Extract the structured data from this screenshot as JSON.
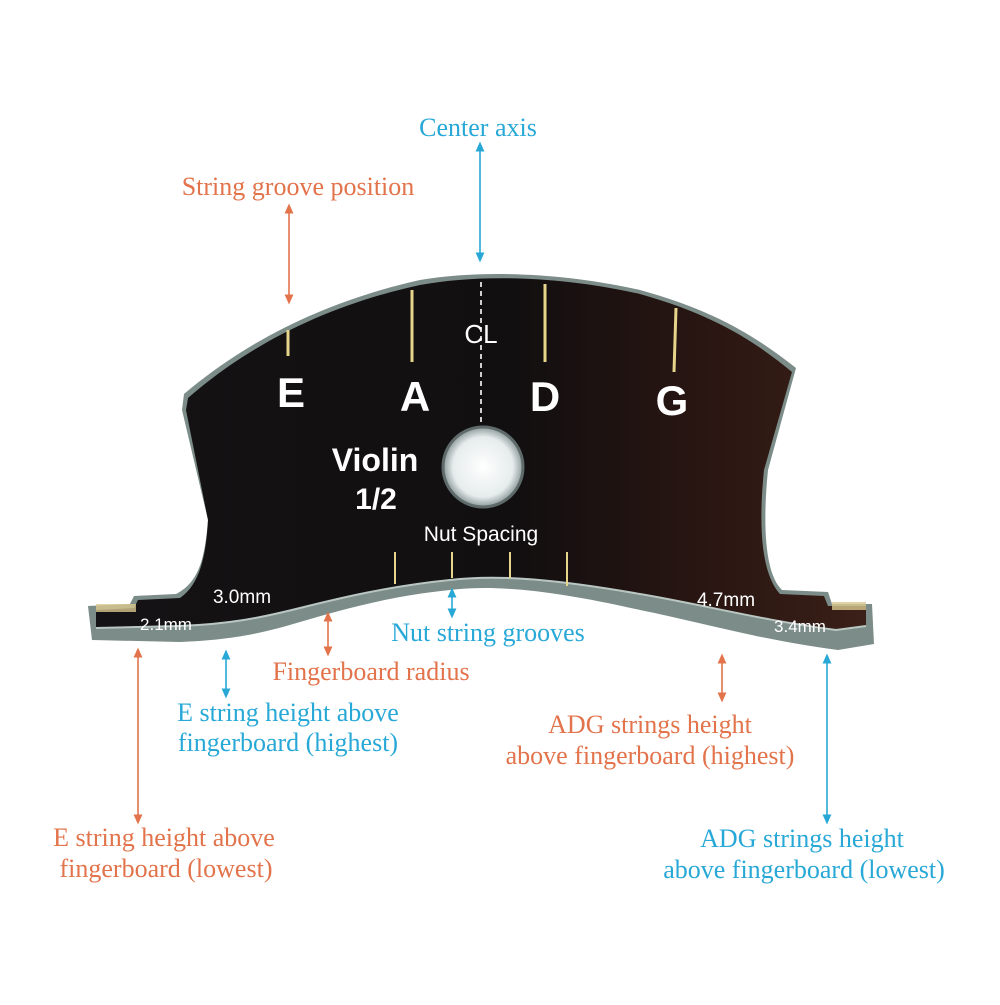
{
  "colors": {
    "orange": "#E2734B",
    "blue": "#27A8D6",
    "plate_dark": "#0f0d0d",
    "plate_edge": "#9aa7a4",
    "groove_gold": "#c9b56a"
  },
  "template": {
    "center_mark": "CL",
    "strings": [
      "E",
      "A",
      "D",
      "G"
    ],
    "instrument": "Violin",
    "size": "1/2",
    "nut_spacing": "Nut Spacing",
    "left_high": "3.0mm",
    "left_low": "2.1mm",
    "right_high": "4.7mm",
    "right_low": "3.4mm"
  },
  "callouts": {
    "center_axis": "Center axis",
    "string_groove_position": "String groove position",
    "nut_string_grooves": "Nut string grooves",
    "fingerboard_radius": "Fingerboard radius",
    "e_high_line1": "E string height above",
    "e_high_line2": "fingerboard (highest)",
    "adg_high_line1": "ADG strings height",
    "adg_high_line2": "above fingerboard (highest)",
    "e_low_line1": "E string height above",
    "e_low_line2": "fingerboard (lowest)",
    "adg_low_line1": "ADG strings height",
    "adg_low_line2": "above fingerboard (lowest)"
  }
}
